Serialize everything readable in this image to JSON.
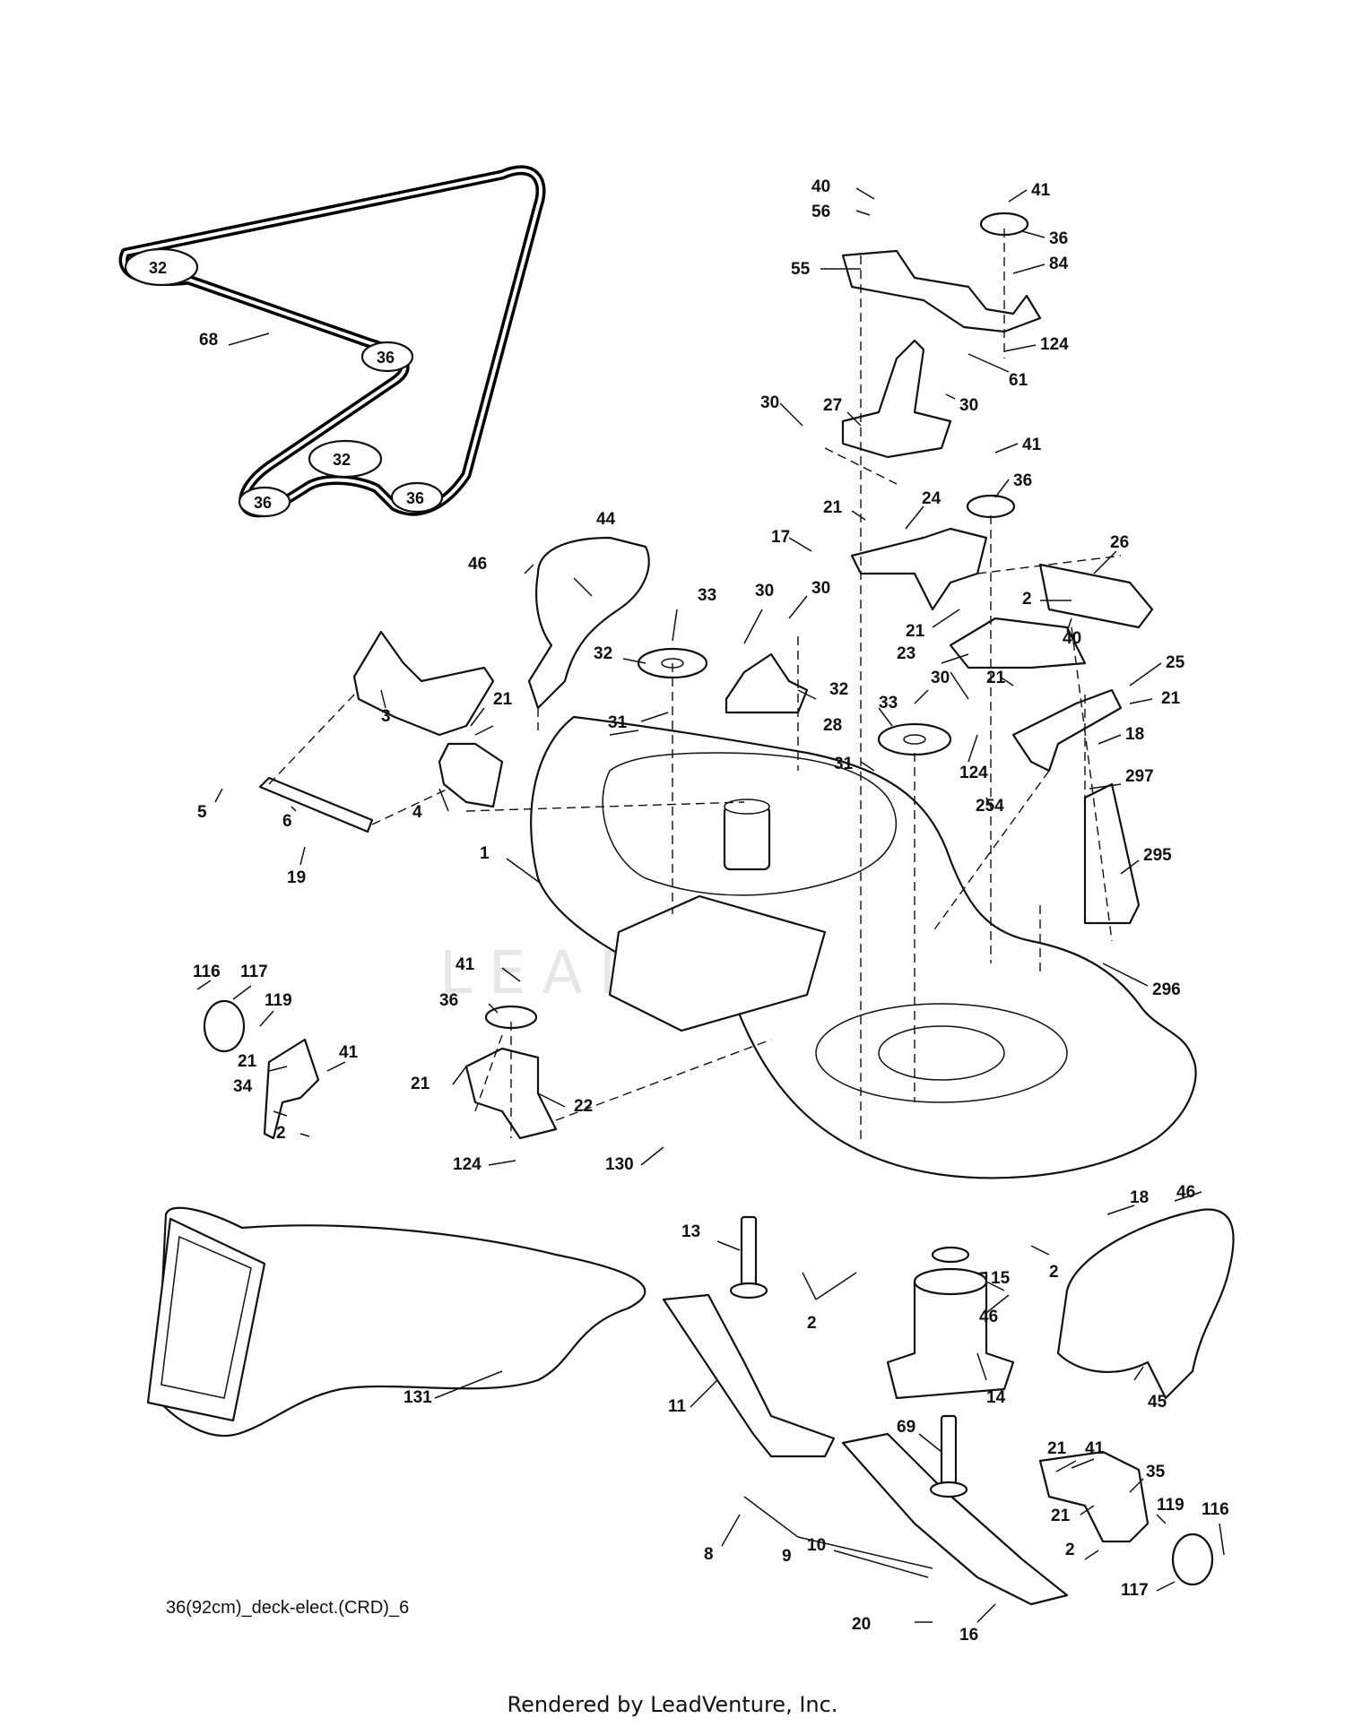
{
  "diagram_ref": "36(92cm)_deck-elect.(CRD)_6",
  "watermark": "LEADVENTURE",
  "footer": "Rendered by LeadVenture, Inc.",
  "belt_pulley_labels": [
    "32",
    "36",
    "32",
    "36",
    "36"
  ],
  "callouts": {
    "c1": "1",
    "c2a": "2",
    "c2b": "2",
    "c2c": "2",
    "c2d": "2",
    "c2e": "2",
    "c3": "3",
    "c4": "4",
    "c5": "5",
    "c6": "6",
    "c8": "8",
    "c9": "9",
    "c10": "10",
    "c11": "11",
    "c13": "13",
    "c14": "14",
    "c15": "15",
    "c16": "16",
    "c17": "17",
    "c18a": "18",
    "c18b": "18",
    "c19": "19",
    "c20": "20",
    "c21a": "21",
    "c21b": "21",
    "c21c": "21",
    "c21d": "21",
    "c21e": "21",
    "c21f": "21",
    "c21g": "21",
    "c21h": "21",
    "c21i": "21",
    "c22": "22",
    "c23": "23",
    "c24": "24",
    "c25": "25",
    "c26": "26",
    "c27": "27",
    "c28": "28",
    "c30a": "30",
    "c30b": "30",
    "c30c": "30",
    "c30d": "30",
    "c30e": "30",
    "c31a": "31",
    "c31b": "31",
    "c32a": "32",
    "c32b": "32",
    "c33a": "33",
    "c33b": "33",
    "c34": "34",
    "c35": "35",
    "c36a": "36",
    "c36b": "36",
    "c36c": "36",
    "c40a": "40",
    "c40b": "40",
    "c41a": "41",
    "c41b": "41",
    "c41c": "41",
    "c41d": "41",
    "c41e": "41",
    "c44": "44",
    "c45": "45",
    "c46a": "46",
    "c46b": "46",
    "c46c": "46",
    "c55": "55",
    "c56": "56",
    "c61": "61",
    "c68": "68",
    "c69": "69",
    "c84": "84",
    "c116a": "116",
    "c116b": "116",
    "c117a": "117",
    "c117b": "117",
    "c119a": "119",
    "c119b": "119",
    "c124a": "124",
    "c124b": "124",
    "c124c": "124",
    "c130": "130",
    "c131": "131",
    "c254": "254",
    "c295": "295",
    "c296": "296",
    "c297": "297"
  }
}
